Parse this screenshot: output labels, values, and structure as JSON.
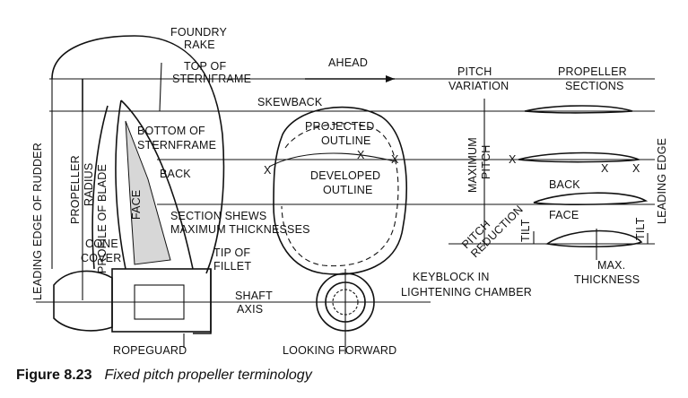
{
  "figure": {
    "number": "Figure 8.23",
    "title": "Fixed pitch propeller terminology"
  },
  "labels": {
    "foundry_rake_1": "FOUNDRY",
    "foundry_rake_2": "RAKE",
    "top_of_sternframe_1": "TOP OF",
    "top_of_sternframe_2": "STERNFRAME",
    "ahead": "AHEAD",
    "pitch_variation_1": "PITCH",
    "pitch_variation_2": "VARIATION",
    "propeller_sections_1": "PROPELLER",
    "propeller_sections_2": "SECTIONS",
    "skewback": "SKEWBACK",
    "projected_outline_1": "PROJECTED",
    "projected_outline_2": "OUTLINE",
    "bottom_of_sternframe_1": "BOTTOM OF",
    "bottom_of_sternframe_2": "STERNFRAME",
    "back_left": "BACK",
    "developed_outline_1": "DEVELOPED",
    "developed_outline_2": "OUTLINE",
    "maximum_pitch_1": "MAXIMUM",
    "maximum_pitch_2": "PITCH",
    "back_right": "BACK",
    "face_right": "FACE",
    "face_left": "FACE",
    "leading_edge_of_rudder": "LEADING EDGE OF RUDDER",
    "propeller_radius_1": "PROPELLER",
    "propeller_radius_2": "RADIUS",
    "profile_of_blade": "PROFILE OF BLADE",
    "section_shews_1": "SECTION SHEWS",
    "section_shews_2": "MAXIMUM THICKNESSES",
    "pitch_reduction_1": "PITCH",
    "pitch_reduction_2": "REDUCTION",
    "tilt_left": "TILT",
    "tilt_right": "TILT",
    "leading_edge": "LEADING EDGE",
    "cone_cover_1": "CONE",
    "cone_cover_2": "COVER",
    "tip_of_fillet_1": "TIP OF",
    "tip_of_fillet_2": "FILLET",
    "max_thickness_1": "MAX.",
    "max_thickness_2": "THICKNESS",
    "keyblock_1": "KEYBLOCK IN",
    "keyblock_2": "LIGHTENING CHAMBER",
    "shaft_axis_1": "SHAFT",
    "shaft_axis_2": "AXIS",
    "ropeguard": "ROPEGUARD",
    "looking_forward": "LOOKING FORWARD",
    "x_mark": "X"
  }
}
